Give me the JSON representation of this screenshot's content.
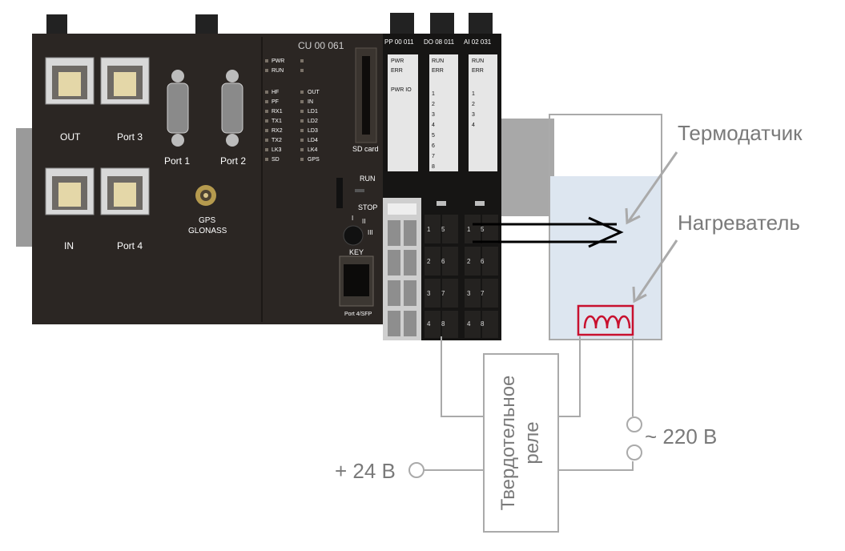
{
  "controller": {
    "ports": {
      "out": "OUT",
      "port3": "Port 3",
      "in": "IN",
      "port4": "Port 4",
      "port1": "Port 1",
      "port2": "Port 2"
    },
    "gps": {
      "line1": "GPS",
      "line2": "GLONASS"
    },
    "cu_title": "CU 00 061",
    "cu_leds_left": [
      "PWR",
      "RUN",
      "",
      "HF",
      "PF",
      "RX1",
      "TX1",
      "RX2",
      "TX2",
      "LK3",
      "SD"
    ],
    "cu_leds_right": [
      "OUT",
      "IN",
      "LD1",
      "LD2",
      "LD3",
      "LD4",
      "LK4",
      "GPS"
    ],
    "sd_card": "SD card",
    "switch": {
      "run": "RUN",
      "stop": "STOP",
      "pos1": "I",
      "pos2": "II",
      "pos3": "III"
    },
    "key": "KEY",
    "sfp": "Port 4/SFP"
  },
  "modules": [
    {
      "title": "PP 00 011",
      "labels": [
        "PWR",
        "ERR",
        "",
        "PWR IO"
      ]
    },
    {
      "title": "DO 08 011",
      "labels": [
        "RUN",
        "ERR",
        "",
        "1",
        "2",
        "3",
        "4",
        "5",
        "6",
        "7",
        "8"
      ]
    },
    {
      "title": "AI 02 031",
      "labels": [
        "RUN",
        "ERR",
        "",
        "1",
        "2",
        "3",
        "4"
      ]
    }
  ],
  "terminals": {
    "do": [
      "1",
      "5",
      "2",
      "6",
      "3",
      "7",
      "4",
      "8"
    ],
    "ai": [
      "1",
      "5",
      "2",
      "6",
      "3",
      "7",
      "4",
      "8"
    ]
  },
  "callouts": {
    "sensor": "Термодатчик",
    "heater": "Нагреватель",
    "relay_line1": "Твердотельное",
    "relay_line2": "реле",
    "plus24": "+ 24 В",
    "ac220": "~ 220 В"
  },
  "colors": {
    "housing": "#2b2623",
    "module": "#161514",
    "wire": "#aaaaaa",
    "liquid": "#dde6f0",
    "coil": "#c8102e"
  }
}
